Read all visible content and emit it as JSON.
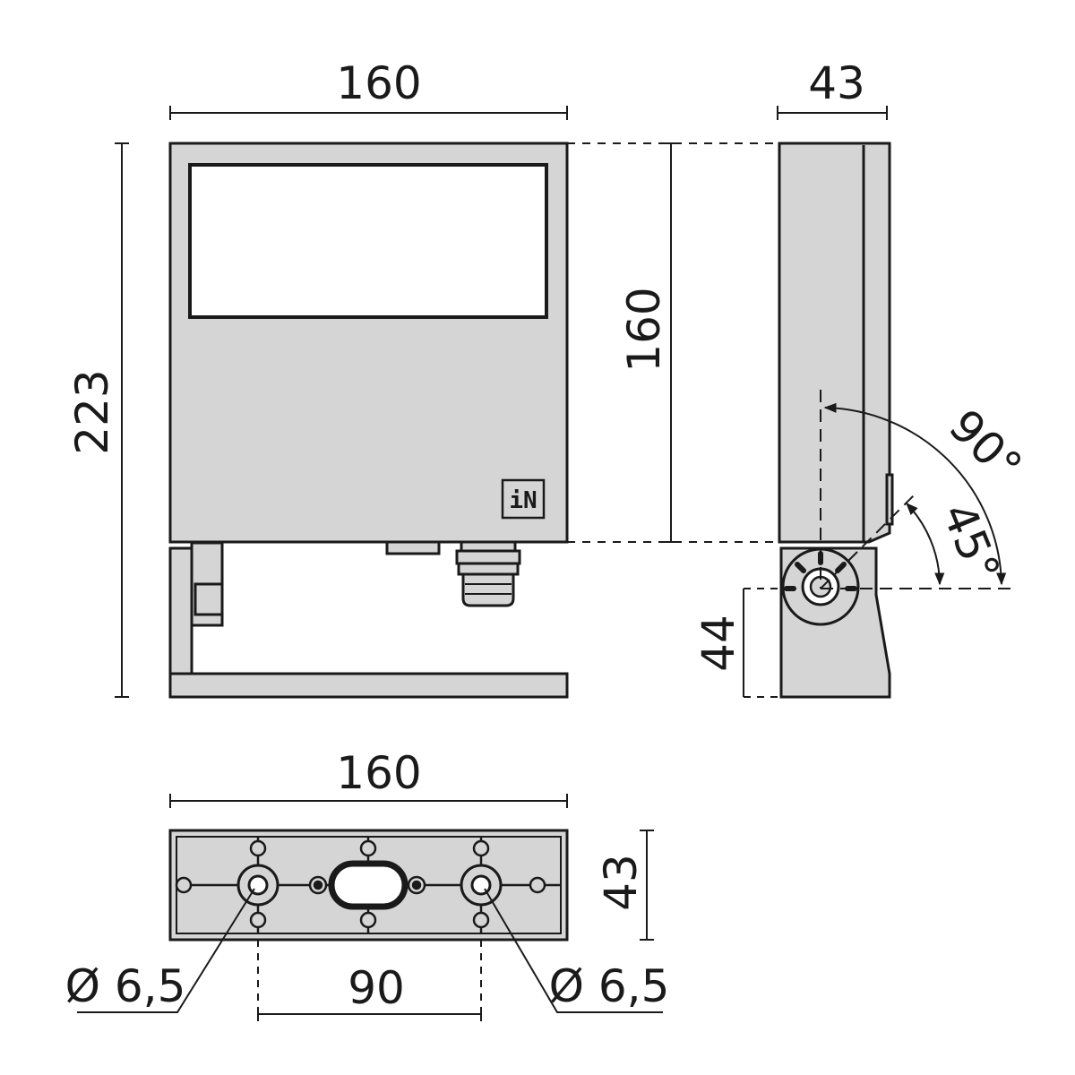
{
  "colors": {
    "line": "#1a1a1a",
    "body_fill": "#d5d5d5",
    "window_fill": "#ffffff",
    "background": "#ffffff"
  },
  "front_view": {
    "width_label": "160",
    "height_label": "223",
    "head_height_label": "160",
    "logo_text": "iN"
  },
  "side_view": {
    "depth_label": "43",
    "bracket_height_label": "44",
    "angle_large_label": "90°",
    "angle_small_label": "45°"
  },
  "base_view": {
    "width_label": "160",
    "depth_label": "43",
    "hole_spacing_label": "90",
    "hole_left_label": "Ø 6,5",
    "hole_right_label": "Ø 6,5"
  }
}
